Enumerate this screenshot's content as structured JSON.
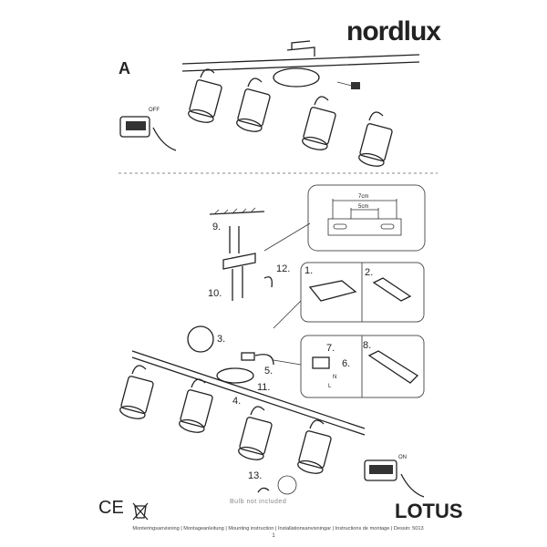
{
  "brand": {
    "logo": "nordlux",
    "product": "LOTUS"
  },
  "section_label": "A",
  "switch_labels": {
    "off": "OFF",
    "on": "ON"
  },
  "bracket_dims": {
    "outer": "7cm",
    "inner": "5cm"
  },
  "steps": [
    "1.",
    "2.",
    "3.",
    "4.",
    "5.",
    "6.",
    "7.",
    "8.",
    "9.",
    "10.",
    "11.",
    "12.",
    "13."
  ],
  "wire_labels": {
    "neutral": "N",
    "live": "L"
  },
  "bulb_note": "Bulb not included",
  "marks": {
    "ce": "CE"
  },
  "footer": {
    "text": "Monteringsanvisning | Montageanleitung | Mounting instruction | Installationsanvisningar | Instructions de montage | Dessin: 5013",
    "page": "1"
  }
}
